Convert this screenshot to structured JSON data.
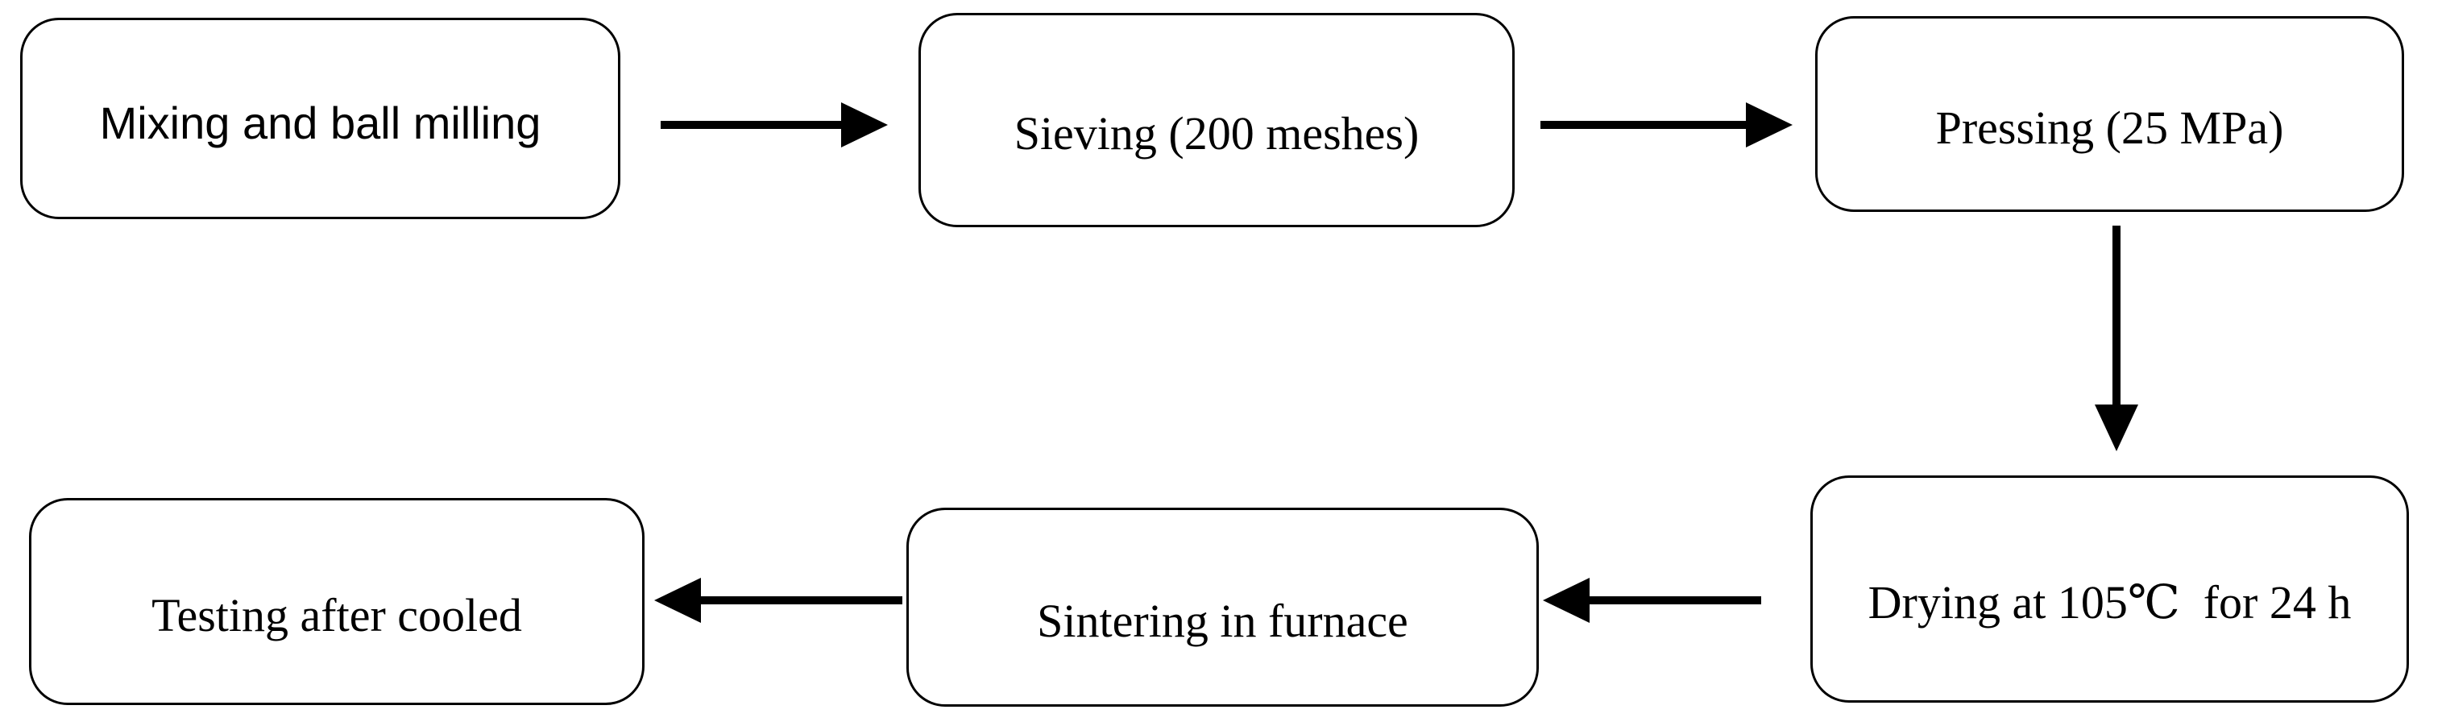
{
  "diagram": {
    "type": "flowchart",
    "background_color": "#ffffff",
    "stroke_color": "#000000",
    "box_fill_color": "#ffffff",
    "steps": [
      {
        "id": "mixing",
        "label": "Mixing and ball milling"
      },
      {
        "id": "sieving",
        "label": "Sieving (200 meshes)"
      },
      {
        "id": "pressing",
        "label": "Pressing (25 MPa)"
      },
      {
        "id": "drying",
        "label": "Drying at 105℃  for 24 h"
      },
      {
        "id": "sintering",
        "label": "Sintering in furnace"
      },
      {
        "id": "testing",
        "label": "Testing after cooled"
      }
    ],
    "connections": [
      {
        "from": "mixing",
        "to": "sieving",
        "direction": "right"
      },
      {
        "from": "sieving",
        "to": "pressing",
        "direction": "right"
      },
      {
        "from": "pressing",
        "to": "drying",
        "direction": "down"
      },
      {
        "from": "drying",
        "to": "sintering",
        "direction": "left"
      },
      {
        "from": "sintering",
        "to": "testing",
        "direction": "left"
      }
    ]
  }
}
